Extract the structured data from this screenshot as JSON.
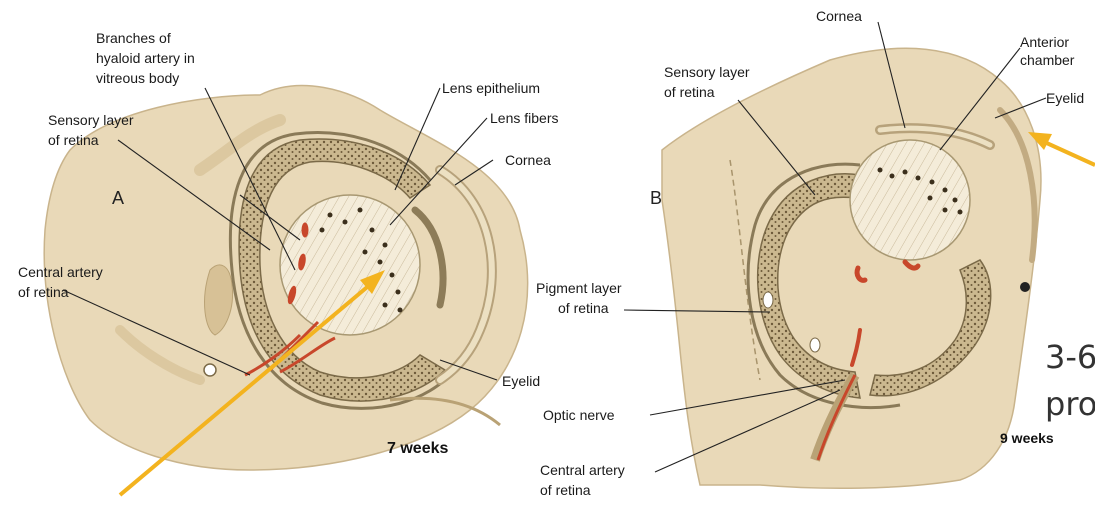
{
  "panel_a": {
    "letter": "A",
    "age": "7 weeks",
    "labels": {
      "hyaloid_line1": "Branches of",
      "hyaloid_line2": "hyaloid artery in",
      "hyaloid_line3": "vitreous body",
      "sensory_line1": "Sensory layer",
      "sensory_line2": "of retina",
      "lens_epithelium": "Lens epithelium",
      "lens_fibers": "Lens fibers",
      "cornea": "Cornea",
      "central_artery_line1": "Central artery",
      "central_artery_line2": "of retina",
      "eyelid": "Eyelid"
    }
  },
  "panel_b": {
    "letter": "B",
    "age": "9 weeks",
    "labels": {
      "cornea": "Cornea",
      "anterior_line1": "Anterior",
      "anterior_line2": "chamber",
      "eyelid": "Eyelid",
      "sensory_line1": "Sensory layer",
      "sensory_line2": "of retina",
      "pigment_line1": "Pigment layer",
      "pigment_line2": "of retina",
      "optic_nerve": "Optic nerve",
      "central_artery_line1": "Central artery",
      "central_artery_line2": "of retina"
    }
  },
  "overlay": {
    "text_line1": "3-6",
    "text_line2": "pro"
  },
  "colors": {
    "tissue": "#e9d9b8",
    "tissue_dark": "#d9c193",
    "lens": "#f3ead6",
    "retina": "#c9b48c",
    "vessel": "#c8472b",
    "arrow": "#f3b31f"
  }
}
